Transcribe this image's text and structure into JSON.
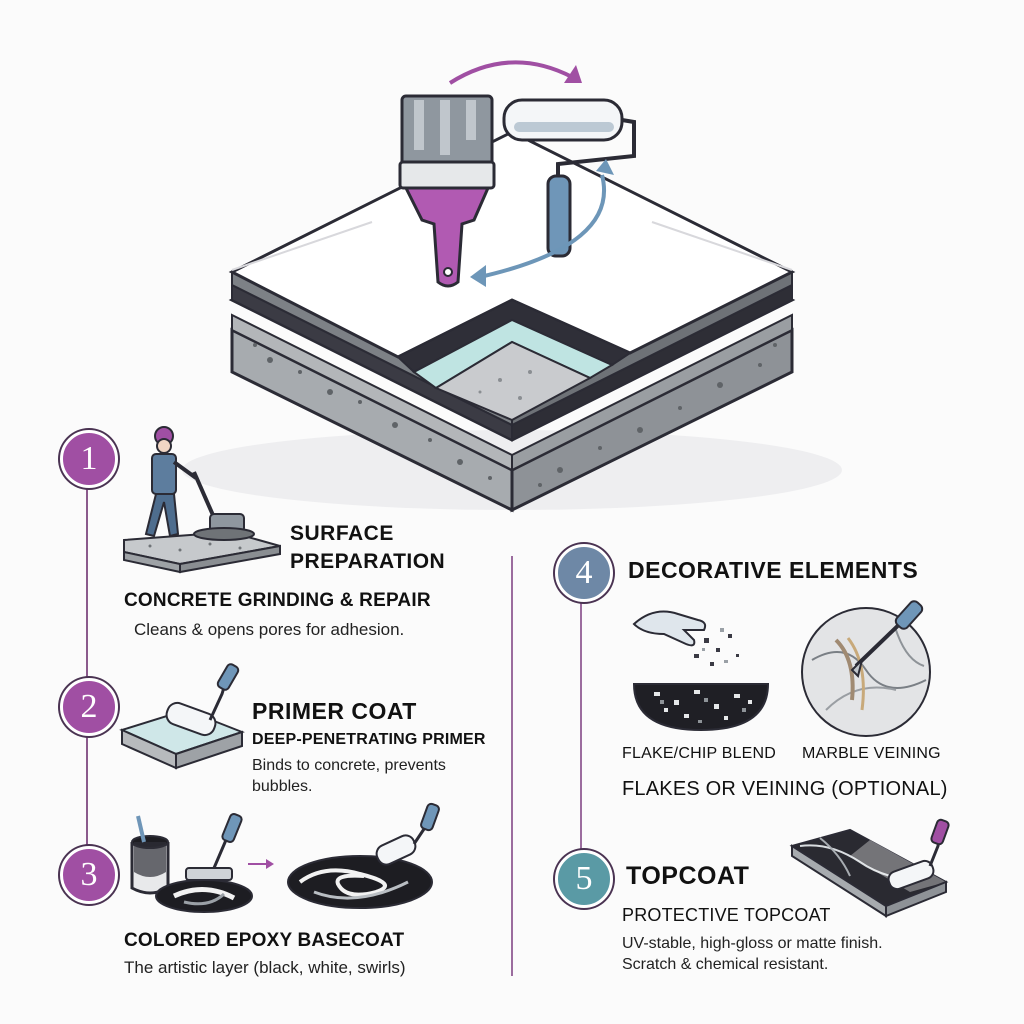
{
  "steps": [
    {
      "number": "1",
      "title_line1": "SURFACE",
      "title_line2": "PREPARATION",
      "subtitle": "CONCRETE GRINDING & REPAIR",
      "description": "Cleans & opens pores for adhesion."
    },
    {
      "number": "2",
      "title": "PRIMER COAT",
      "subtitle": "DEEP-PENETRATING PRIMER",
      "description_line1": "Binds to concrete, prevents",
      "description_line2": "bubbles."
    },
    {
      "number": "3",
      "subtitle": "COLORED EPOXY BASECOAT",
      "description": "The artistic layer (black, white, swirls)"
    },
    {
      "number": "4",
      "title": "DECORATIVE ELEMENTS",
      "option1": "FLAKE/CHIP BLEND",
      "option2": "MARBLE VEINING",
      "subtitle": "FLAKES OR VEINING (OPTIONAL)"
    },
    {
      "number": "5",
      "title": "TOPCOAT",
      "subtitle": "PROTECTIVE TOPCOAT",
      "description_line1": "UV-stable, high-gloss or matte finish.",
      "description_line2": "Scratch & chemical resistant."
    }
  ],
  "colors": {
    "purple": "#a04fa3",
    "teal": "#5a9aa5",
    "outline": "#2b2b35",
    "concrete": "#9ea2a6",
    "blue_arrow": "#6d96b8"
  },
  "icons": [
    "paint-brush-icon",
    "paint-roller-icon",
    "cycle-arrow-icon",
    "grinder-worker-icon",
    "hand-sprinkle-icon",
    "marble-veining-icon"
  ]
}
